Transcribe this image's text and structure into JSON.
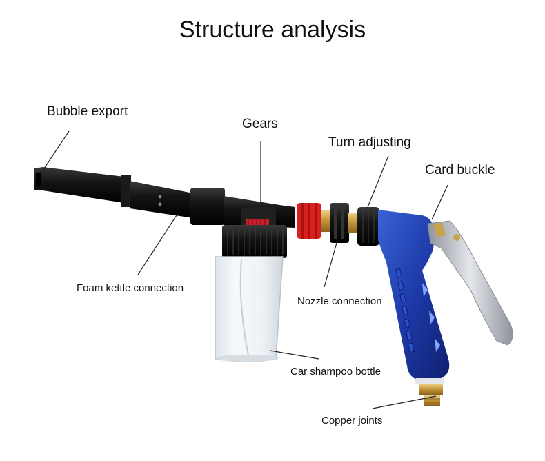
{
  "title": "Structure analysis",
  "labels": {
    "bubble_export": "Bubble export",
    "gears": "Gears",
    "turn_adjusting": "Turn adjusting",
    "card_buckle": "Card buckle",
    "foam_kettle_connection": "Foam kettle connection",
    "nozzle_connection": "Nozzle connection",
    "car_shampoo_bottle": "Car shampoo bottle",
    "copper_joints": "Copper joints"
  },
  "colors": {
    "gun_blue": "#1f3fae",
    "nozzle_black": "#151515",
    "trigger_silver": "#b9bdc4",
    "brass": "#c9a24a",
    "red_connector": "#d8201e",
    "bottle": "#e9eef3"
  }
}
